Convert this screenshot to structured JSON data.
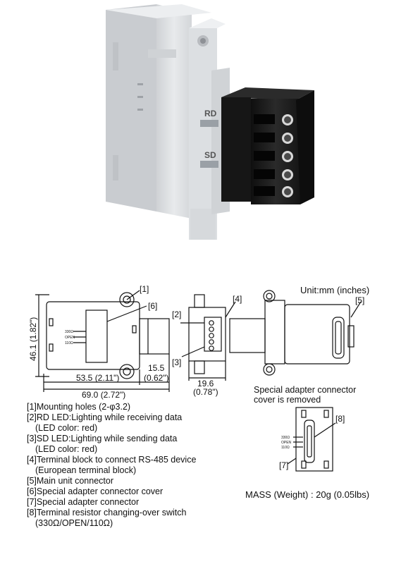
{
  "photo": {
    "rd_label": "RD",
    "sd_label": "SD"
  },
  "drawing": {
    "unit_note": "Unit:mm (inches)",
    "callouts": [
      "[1]",
      "[2]",
      "[3]",
      "[4]",
      "[5]",
      "[6]",
      "[7]",
      "[8]"
    ],
    "dim_height": "46.1 (1.82\")",
    "dim_53": "53.5 (2.11\")",
    "dim_69": "69.0 (2.72\")",
    "dim_155": "15.5",
    "dim_155_in": "(0.62\")",
    "dim_196": "19.6",
    "dim_196_in": "(0.78\")",
    "switch_labels": [
      "330Ω",
      "OPEN",
      "110Ω"
    ],
    "removed_note_1": "Special adapter connector",
    "removed_note_2": "cover is removed",
    "mass": "MASS (Weight) : 20g (0.05lbs)"
  },
  "legend": [
    {
      "main": "[1]Mounting holes (2-φ3.2)",
      "sub": ""
    },
    {
      "main": "[2]RD LED:Lighting while receiving data",
      "sub": "(LED color: red)"
    },
    {
      "main": "[3]SD LED:Lighting while sending data",
      "sub": "(LED color: red)"
    },
    {
      "main": "[4]Terminal block to connect RS-485 device",
      "sub": "(European terminal block)"
    },
    {
      "main": "[5]Main unit connector",
      "sub": ""
    },
    {
      "main": "[6]Special adapter connector cover",
      "sub": ""
    },
    {
      "main": "[7]Special adapter connector",
      "sub": ""
    },
    {
      "main": "[8]Terminal resistor changing-over switch",
      "sub": "(330Ω/OPEN/110Ω)"
    }
  ],
  "colors": {
    "housing": "#e4e6e8",
    "terminal_block": "#1c1c1c",
    "line": "#111111"
  }
}
